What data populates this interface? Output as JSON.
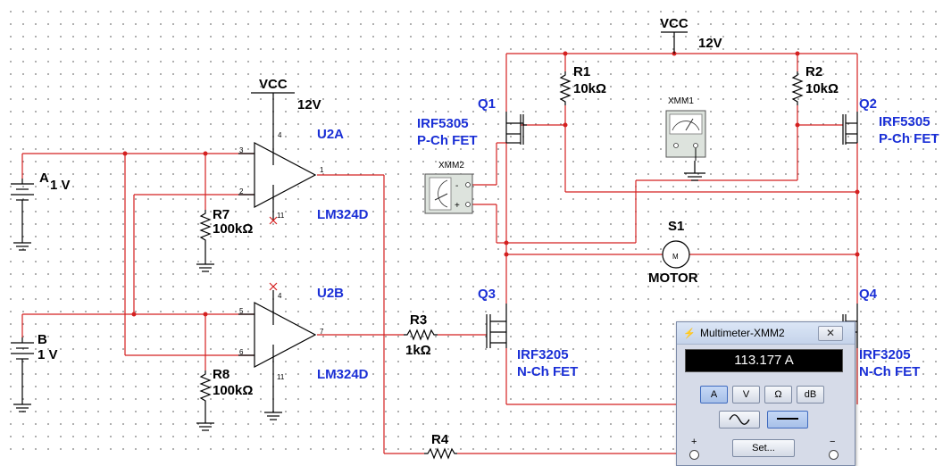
{
  "schematic": {
    "vcc_top": {
      "name": "VCC",
      "value": "12V"
    },
    "vcc_left": {
      "name": "VCC",
      "value": "12V"
    },
    "source_a": {
      "name": "A",
      "value": "1 V"
    },
    "source_b": {
      "name": "B",
      "value": "1 V"
    },
    "u2a": {
      "name": "U2A",
      "part": "LM324D",
      "pins": [
        "3",
        "2",
        "1",
        "4",
        "11"
      ]
    },
    "u2b": {
      "name": "U2B",
      "part": "LM324D",
      "pins": [
        "5",
        "6",
        "7",
        "4",
        "11"
      ]
    },
    "r1": {
      "name": "R1",
      "value": "10kΩ"
    },
    "r2": {
      "name": "R2",
      "value": "10kΩ"
    },
    "r3": {
      "name": "R3",
      "value": "1kΩ"
    },
    "r4": {
      "name": "R4"
    },
    "r7": {
      "name": "R7",
      "value": "100kΩ"
    },
    "r8": {
      "name": "R8",
      "value": "100kΩ"
    },
    "q1": {
      "name": "Q1",
      "part": "IRF5305",
      "type": "P-Ch FET"
    },
    "q2": {
      "name": "Q2",
      "part": "IRF5305",
      "type": "P-Ch FET"
    },
    "q3": {
      "name": "Q3",
      "part": "IRF3205",
      "type": "N-Ch FET"
    },
    "q4": {
      "name": "Q4",
      "part": "IRF3205",
      "type": "N-Ch FET"
    },
    "s1": {
      "name": "S1",
      "label": "MOTOR",
      "symbol": "M"
    },
    "xmm1": {
      "name": "XMM1"
    },
    "xmm2": {
      "name": "XMM2",
      "plus": "+",
      "minus": "-"
    },
    "colors": {
      "wire": "#d42020",
      "component": "#000000",
      "label_blue": "#1a2fd6"
    }
  },
  "multimeter": {
    "title": "Multimeter-XMM2",
    "close": "✕",
    "reading": "113.177 A",
    "modes": [
      "A",
      "V",
      "Ω",
      "dB"
    ],
    "active_mode": "A",
    "ac_symbol": "wave-icon",
    "dc_symbol": "line-icon",
    "set_label": "Set...",
    "plus": "+",
    "minus": "−"
  }
}
